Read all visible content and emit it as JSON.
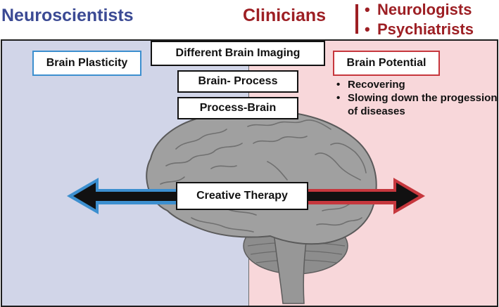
{
  "header": {
    "neuroscientists": "Neuroscientists",
    "clinicians": "Clinicians",
    "clinician_types": [
      "Neurologists",
      "Psychiatrists"
    ]
  },
  "boxes": {
    "brain_plasticity": "Brain Plasticity",
    "different_imaging": "Different Brain Imaging",
    "brain_process": "Brain- Process",
    "process_brain": "Process-Brain",
    "brain_potential": "Brain Potential",
    "creative_therapy": "Creative Therapy"
  },
  "brain_potential_items": [
    "Recovering",
    "Slowing down the progession of diseases"
  ],
  "colors": {
    "neuro_blue": "#3b4a94",
    "clinic_red": "#9d1f24",
    "left_bg": "#d1d5e8",
    "right_bg": "#f8d7da",
    "arrow_blue": "#3c8fcf",
    "arrow_red": "#c6373d"
  },
  "icons": [
    "brain-illustration",
    "left-arrow-icon",
    "right-arrow-icon"
  ]
}
